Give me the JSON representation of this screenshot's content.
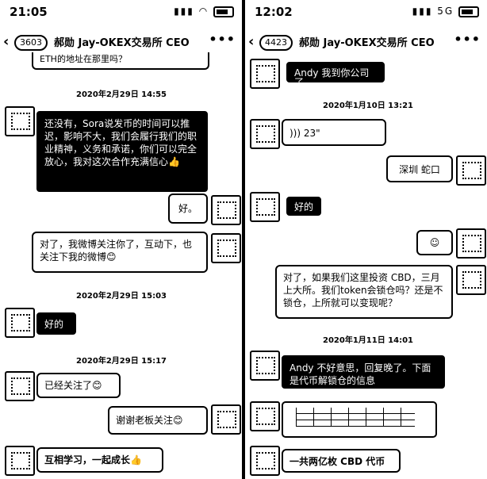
{
  "left": {
    "status_time": "21:05",
    "status_icons": "▮▮▮ ◠",
    "badge": "3603",
    "title": "郝勋 Jay-OKEX交易所 CEO",
    "cut_text": "ETH的地址在那里吗？",
    "ts1": "2020年2月29日 14:55",
    "msg1": "还没有，Sora说发币的时间可以推迟，影响不大，我们会履行我们的职业精神，义务和承诺，你们可以完全放心，我对这次合作充满信心👍",
    "msg2": "好。",
    "msg3": "对了，我微博关注你了，互动下，也关注下我的微博😊",
    "ts2": "2020年2月29日 15:03",
    "msg4": "好的",
    "ts3": "2020年2月29日 15:17",
    "msg5": "已经关注了😊",
    "msg6": "谢谢老板关注😊",
    "msg7": "互相学习，一起成长👍"
  },
  "right": {
    "status_time": "12:02",
    "status_icons": "▮▮▮ 5G",
    "badge": "4423",
    "title": "郝勋 Jay-OKEX交易所 CEO",
    "msg1": "Andy 我到你公司了",
    "ts1": "2020年1月10日 13:21",
    "msg2": "))) 23\"",
    "msg3": "深圳 蛇口",
    "msg4": "好的",
    "msg5": "☺",
    "msg6": "对了，如果我们这里投资 CBD，三月上大所。我们token会锁仓吗？还是不锁仓，上所就可以变现呢？",
    "ts2": "2020年1月11日 14:01",
    "msg7": "Andy 不好意思，回复晚了。下面是代币解锁仓的信息",
    "msg8": "一共两亿枚 CBD 代币"
  },
  "icons": {
    "back": "‹",
    "more": "•••"
  }
}
